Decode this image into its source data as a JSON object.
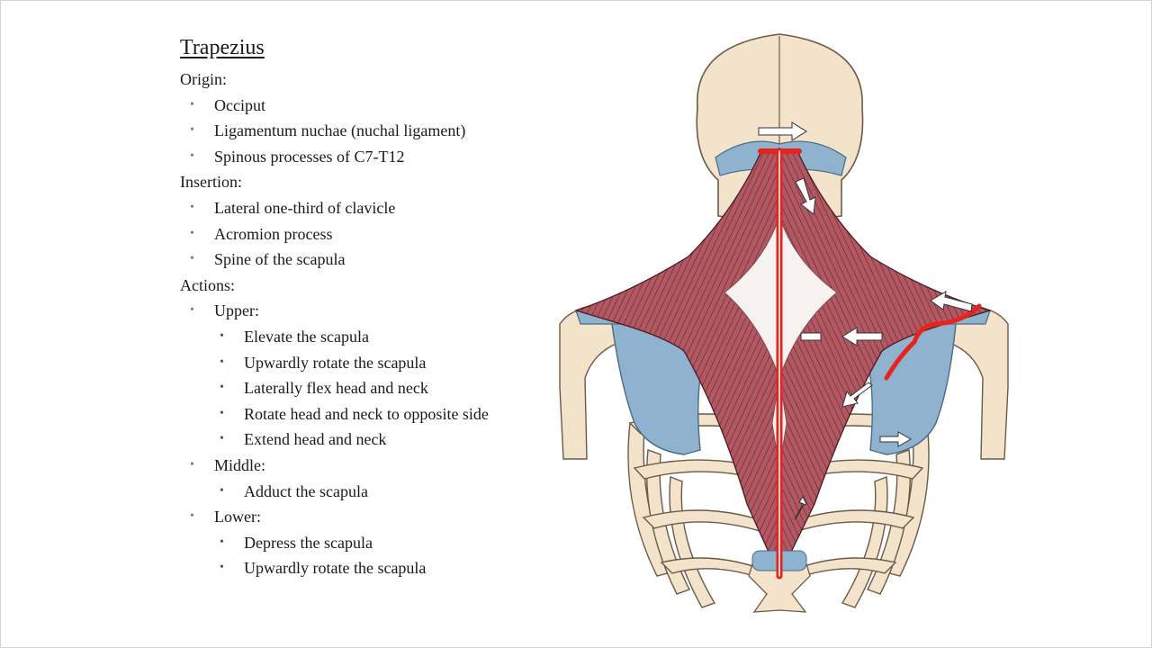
{
  "slide": {
    "title": "Trapezius",
    "sections": [
      {
        "heading": "Origin:",
        "items": [
          {
            "text": "Occiput"
          },
          {
            "text": "Ligamentum nuchae (nuchal ligament)"
          },
          {
            "text": "Spinous processes of C7-T12"
          }
        ]
      },
      {
        "heading": "Insertion:",
        "items": [
          {
            "text": "Lateral one-third of clavicle"
          },
          {
            "text": "Acromion process"
          },
          {
            "text": "Spine of the scapula"
          }
        ]
      },
      {
        "heading": "Actions:",
        "items": [
          {
            "text": "Upper:",
            "sub": [
              "Elevate the scapula",
              "Upwardly rotate the scapula",
              "Laterally flex head and neck",
              "Rotate head and neck to opposite side",
              "Extend head and neck"
            ]
          },
          {
            "text": "Middle:",
            "sub": [
              "Adduct the scapula"
            ]
          },
          {
            "text": "Lower:",
            "sub": [
              "Depress the scapula",
              "Upwardly rotate the scapula"
            ]
          }
        ]
      }
    ]
  },
  "colors": {
    "muscle": "#a8505a",
    "scapula": "#8fb3cf",
    "bone": "#f3e3cb",
    "highlight_line": "#e8231c",
    "bullet_level1": "#6b7fa8",
    "bullet_level2": "#8a3a3a"
  },
  "figure": {
    "icon": "trapezius-anatomy-illustration"
  }
}
